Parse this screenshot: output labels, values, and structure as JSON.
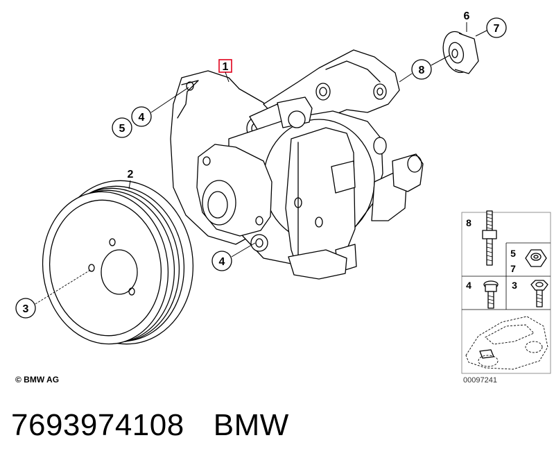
{
  "diagram": {
    "callouts": [
      {
        "id": "c1",
        "label": "1"
      },
      {
        "id": "c2",
        "label": "2"
      },
      {
        "id": "c3",
        "label": "3"
      },
      {
        "id": "c4a",
        "label": "4"
      },
      {
        "id": "c4b",
        "label": "4"
      },
      {
        "id": "c5",
        "label": "5"
      },
      {
        "id": "c6",
        "label": "6"
      },
      {
        "id": "c7",
        "label": "7"
      },
      {
        "id": "c8",
        "label": "8"
      }
    ],
    "inset": {
      "labels": [
        "8",
        "5",
        "7",
        "4",
        "3"
      ],
      "diagram_number": "00097241"
    },
    "copyright": "© BMW AG",
    "part_number": "7693974108",
    "brand": "BMW",
    "colors": {
      "line": "#000000",
      "highlight_box": "#e0001a",
      "background": "#ffffff"
    }
  }
}
